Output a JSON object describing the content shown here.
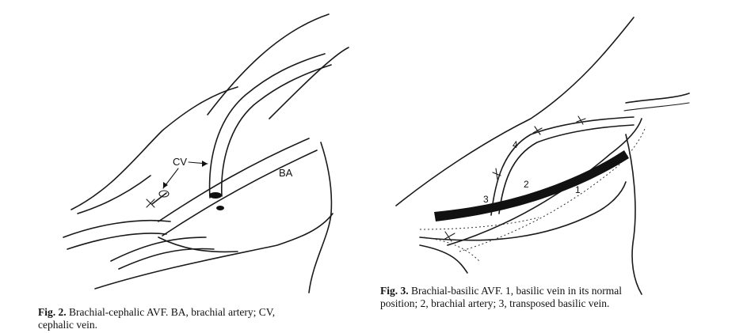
{
  "figure2": {
    "labels": {
      "cv": "CV",
      "ba": "BA"
    },
    "caption": {
      "prefix": "Fig. 2.",
      "line1": "Brachial-cephalic AVF. BA, brachial artery; CV,",
      "line2": "cephalic vein."
    }
  },
  "figure3": {
    "numbers": {
      "n1": "1",
      "n2": "2",
      "n3": "3",
      "n4": "4"
    },
    "caption": {
      "prefix": "Fig. 3.",
      "line1": "Brachial-basilic AVF. 1, basilic vein in its normal",
      "line2": "position; 2, brachial artery; 3, transposed basilic vein."
    }
  }
}
